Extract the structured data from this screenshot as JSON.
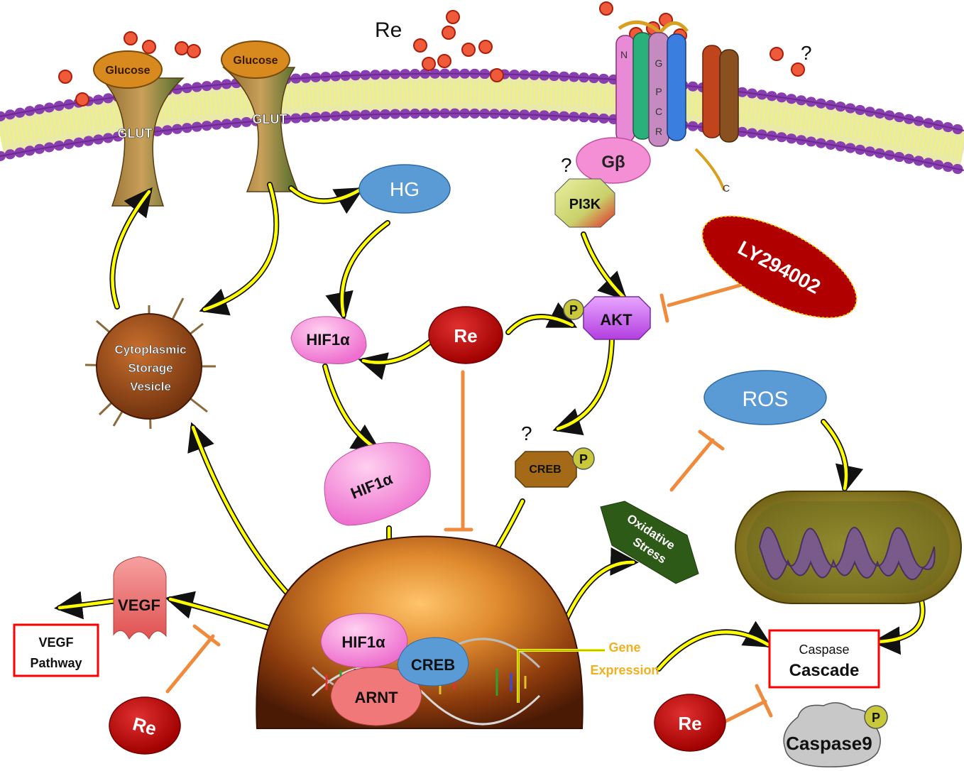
{
  "ligand": {
    "label": "Re",
    "question": "?"
  },
  "membrane": {
    "transporter_1": {
      "cargo": "Glucose",
      "name": "GLUT"
    },
    "transporter_2": {
      "cargo": "Glucose",
      "name": "GLUT"
    },
    "receptor": {
      "name_letters": [
        "G",
        "P",
        "C",
        "R"
      ],
      "n_term": "N",
      "c_term": "C"
    }
  },
  "nodes": {
    "hg": "HG",
    "gbeta": "Gβ",
    "pi3k": "PI3K",
    "pi3k_question": "?",
    "ly294002": "LY294002",
    "akt": "AKT",
    "akt_p": "P",
    "re_center": "Re",
    "hif1a_top": "HIF1α",
    "hif1a_mid": "HIF1α",
    "creb_small": "CREB",
    "creb_p": "P",
    "creb_question": "?",
    "ros": "ROS",
    "oxidative_stress": [
      "Oxidative",
      "Stress"
    ],
    "vesicle": [
      "Cytoplasmic",
      "Storage",
      "Vesicle"
    ],
    "vegf": "VEGF",
    "vegf_pathway": [
      "VEGF",
      "Pathway"
    ],
    "re_bottom_left": "Re",
    "nucleus_hif1a": "HIF1α",
    "nucleus_arnt": "ARNT",
    "nucleus_creb": "CREB",
    "gene_expression": [
      "Gene",
      "Expression"
    ],
    "caspase_cascade": [
      "Caspase",
      "Cascade"
    ],
    "re_bottom_right": "Re",
    "caspase9": "Caspase9",
    "caspase9_p": "P"
  },
  "colors": {
    "activation_arrow": "#ffff00",
    "inhibition": "#f08a3c",
    "re_node": "#c00000",
    "blue_node": "#5b9bd5",
    "pink_node": "#f48fd6",
    "nucleus": "#7a3410",
    "box_outline": "#ff0000"
  }
}
